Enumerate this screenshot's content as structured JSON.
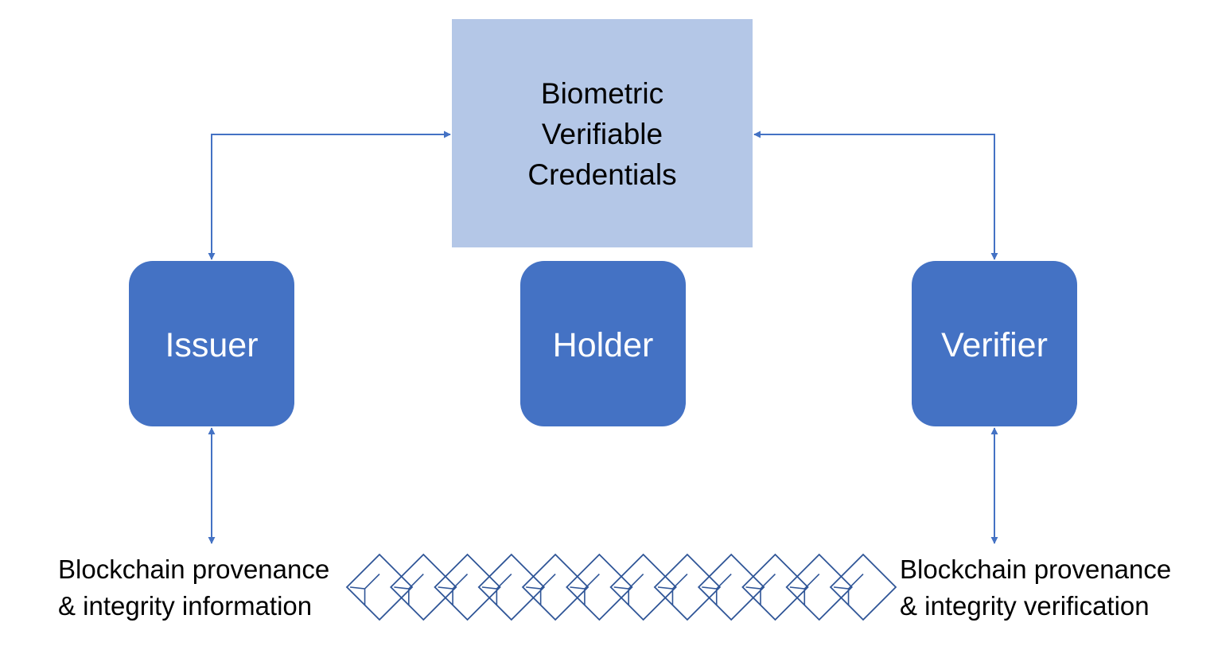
{
  "colors": {
    "credentials_fill": "#b4c7e7",
    "role_fill": "#4472c4",
    "connector": "#4472c4",
    "role_text": "#ffffff",
    "credentials_text": "#000000",
    "chain_stroke": "#2f5597"
  },
  "credentials_box": {
    "lines": [
      "Biometric",
      "Verifiable",
      "Credentials"
    ]
  },
  "roles": [
    {
      "id": "issuer",
      "label": "Issuer"
    },
    {
      "id": "holder",
      "label": "Holder"
    },
    {
      "id": "verifier",
      "label": "Verifier"
    }
  ],
  "captions": {
    "left": {
      "line1": "Blockchain provenance",
      "line2": "& integrity information"
    },
    "right": {
      "line1": "Blockchain provenance",
      "line2": "& integrity verification"
    }
  },
  "chain": {
    "icon": "blockchain-icon",
    "block_count": 12
  }
}
